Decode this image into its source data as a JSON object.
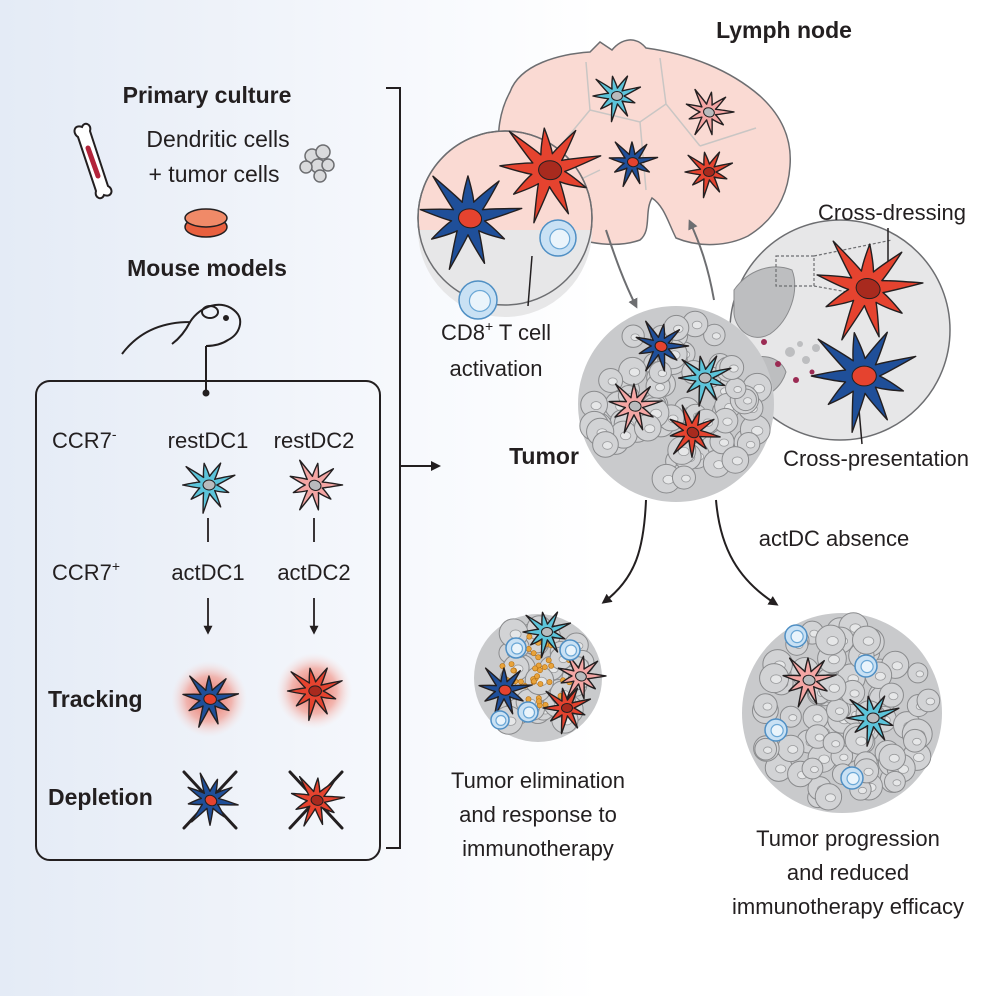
{
  "left_panel": {
    "primary_culture": "Primary culture",
    "dendritic_cells": "Dendritic cells",
    "tumor_cells": "+ tumor cells",
    "mouse_models": "Mouse models"
  },
  "box": {
    "ccr7_neg": "CCR7",
    "ccr7_neg_sup": "-",
    "ccr7_pos": "CCR7",
    "ccr7_pos_sup": "+",
    "rest_dc1": "restDC1",
    "rest_dc2": "restDC2",
    "act_dc1": "actDC1",
    "act_dc2": "actDC2",
    "tracking": "Tracking",
    "depletion": "Depletion"
  },
  "right_panel": {
    "lymph_node": "Lymph node",
    "cd8_line1": "CD8",
    "cd8_sup": "+",
    "cd8_line1_rest": " T cell",
    "cd8_line2": "activation",
    "cross_dressing": "Cross-dressing",
    "cross_presentation": "Cross-presentation",
    "tumor": "Tumor",
    "actdc_absence": "actDC absence",
    "elim_1": "Tumor elimination",
    "elim_2": "and response to",
    "elim_3": "immunotherapy",
    "prog_1": "Tumor progression",
    "prog_2": "and reduced",
    "prog_3": "immunotherapy efficacy"
  },
  "colors": {
    "cdc1_dark": "#1f4f99",
    "cdc1_light": "#5cc4da",
    "cdc2_dark": "#e5432f",
    "cdc2_light": "#f4a6a4",
    "lymph_node_fill": "#fadad3",
    "tumor_cell_fill": "#d2d3d5",
    "t_cell_fill": "#c9e1f4"
  },
  "icons": [
    "bone-icon",
    "tumor-cells-icon",
    "petri-dish-icon",
    "mouse-icon",
    "dendritic-cell-icon",
    "t-cell-icon",
    "tumor-mass-icon",
    "lymph-node-icon",
    "arrow-icon",
    "cross-mark-icon"
  ]
}
